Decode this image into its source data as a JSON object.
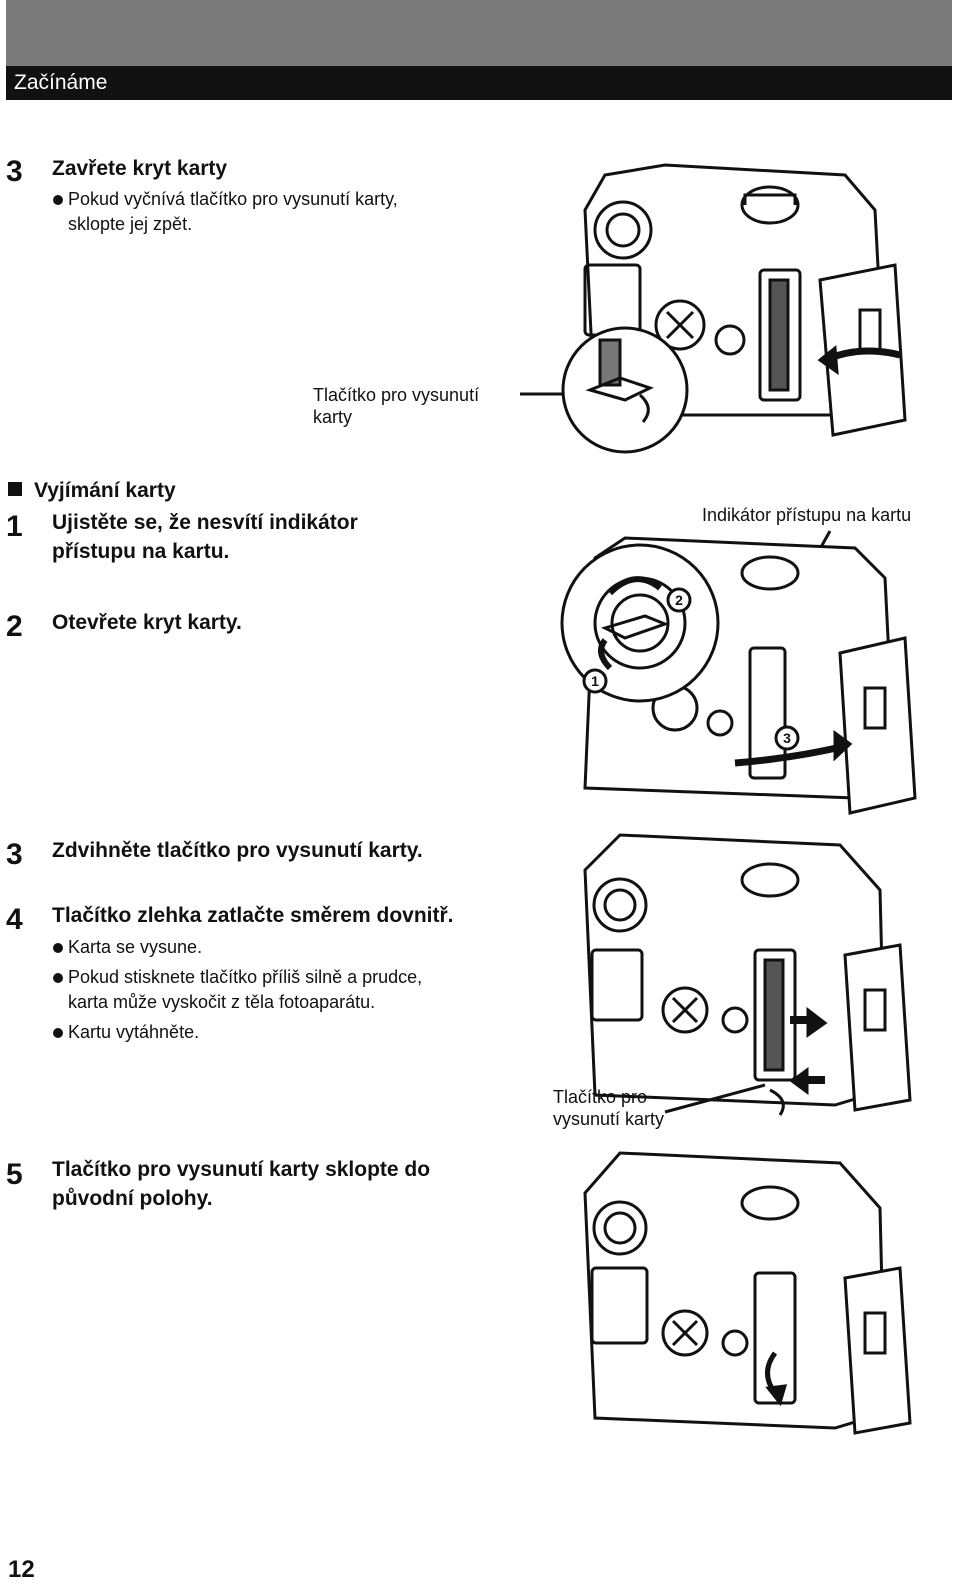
{
  "header": {
    "section_title": "Začínáme"
  },
  "step3_close": {
    "number": "3",
    "title": "Zavřete kryt karty",
    "bullet_line1": "Pokud vyčnívá tlačítko pro vysunutí karty,",
    "bullet_line2": "sklopte jej zpět.",
    "callout_line1": "Tlačítko pro vysunutí",
    "callout_line2": "karty"
  },
  "removal": {
    "heading": "Vyjímání karty",
    "step1": {
      "number": "1",
      "line1": "Ujistěte se, že nesvítí indikátor",
      "line2": "přístupu na kartu."
    },
    "callout": "Indikátor přístupu na kartu",
    "step2": {
      "number": "2",
      "text": "Otevřete kryt karty."
    },
    "fig_markers": [
      "1",
      "2",
      "3"
    ],
    "step3": {
      "number": "3",
      "text": "Zdvihněte tlačítko pro vysunutí karty."
    },
    "step4": {
      "number": "4",
      "text": "Tlačítko zlehka zatlačte směrem dovnitř.",
      "bullet1": "Karta se vysune.",
      "bullet2_line1": "Pokud stisknete tlačítko příliš silně a prudce,",
      "bullet2_line2": "karta může vyskočit z těla fotoaparátu.",
      "bullet3": "Kartu vytáhněte."
    },
    "callout2_line1": "Tlačítko pro",
    "callout2_line2": "vysunutí karty",
    "step5": {
      "number": "5",
      "line1": "Tlačítko pro vysunutí karty sklopte do",
      "line2": "původní polohy."
    }
  },
  "footer": {
    "page_number": "12"
  }
}
